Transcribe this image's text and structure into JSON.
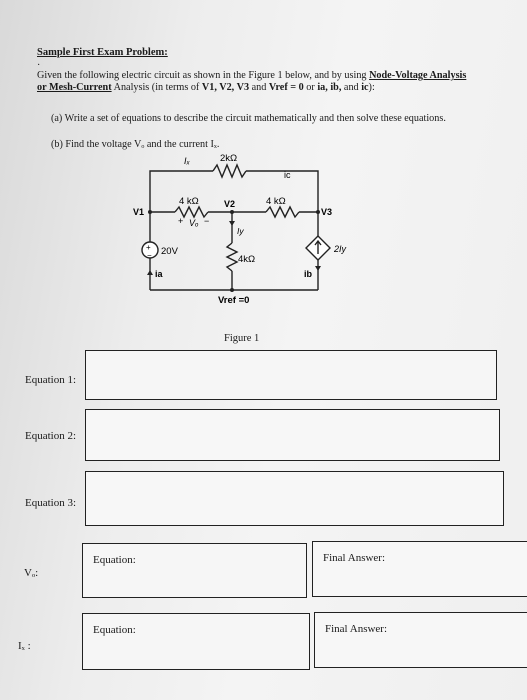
{
  "title": "Sample First Exam Problem:",
  "bullet": "·",
  "intro": {
    "p1": "Given the following electric circuit as shown in the Figure 1 below, and by using ",
    "p2": "Node-Voltage Analysis or Mesh-Current",
    "p3": " Analysis (in terms of ",
    "p4": "V1, V2, V3",
    "p5": " and ",
    "p6": "Vref = 0",
    "p7": " or ",
    "p8": "ia, ib,",
    "p9": " and ",
    "p10": "ic",
    "p11": "):"
  },
  "tasks": {
    "a": "(a) Write a set of equations to describe the circuit mathematically and then solve these equations.",
    "b": "(b) Find the voltage Vₒ and the current Iₓ."
  },
  "circuit": {
    "ix": "Iₓ",
    "r_top": "2kΩ",
    "r1": "4 kΩ",
    "r2": "4 kΩ",
    "r_mid": "4kΩ",
    "v1": "V1",
    "v2": "V2",
    "v3": "V3",
    "ic": "ic",
    "vo_plus": "+",
    "vo": "Vₒ",
    "vo_minus": "−",
    "iy": "Iy",
    "src": "20V",
    "src_plus": "+",
    "src_minus": "−",
    "ia": "ia",
    "ib": "ib",
    "dep": "2Iy",
    "vref": "Vref =0"
  },
  "figure_caption": "Figure 1",
  "answers": {
    "eq1": "Equation 1:",
    "eq2": "Equation 2:",
    "eq3": "Equation 3:",
    "vo_label": "Vₒ:",
    "ix_label": "Iₓ :",
    "equation": "Equation:",
    "final": "Final Answer:"
  }
}
